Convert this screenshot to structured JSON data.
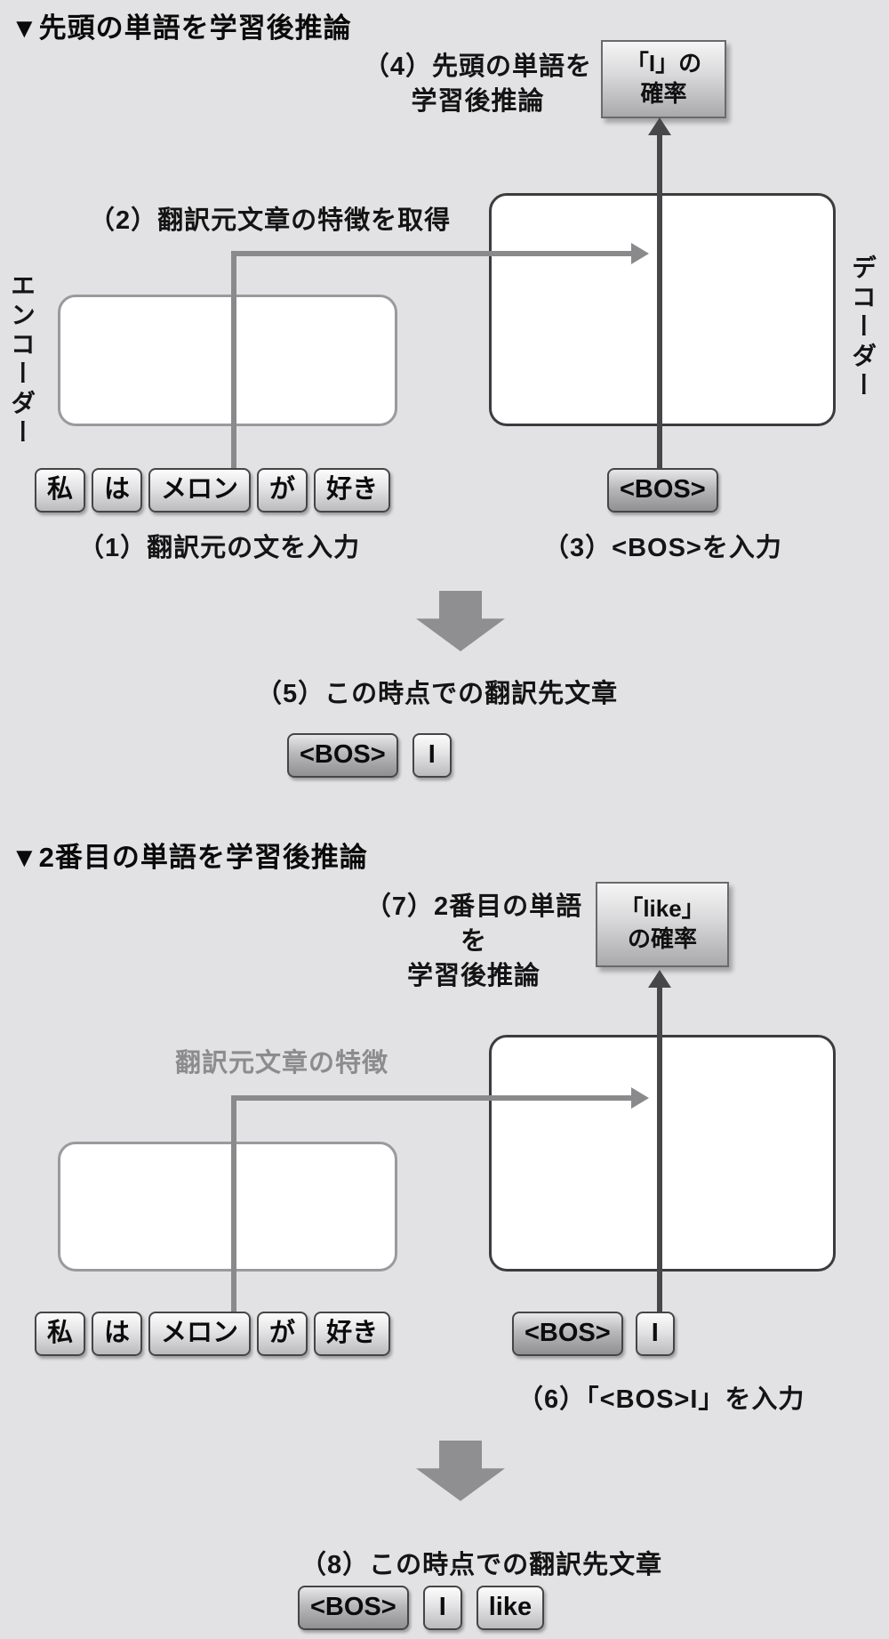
{
  "colors": {
    "background": "#e2e2e4",
    "box_fill": "#ffffff",
    "encoder_border": "#9a9a9c",
    "decoder_border": "#3c3c3e",
    "arrow_gray": "#8a8a8c",
    "arrow_dark": "#474749",
    "token_border": "#454547"
  },
  "p1": {
    "title": "▼先頭の単語を学習後推論",
    "step4_line1": "（4）先頭の単語を",
    "step4_line2": "学習後推論",
    "prob_line1": "「I」の",
    "prob_line2": "確率",
    "step2": "（2）翻訳元文章の特徴を取得",
    "encoder_label": "エンコーダー",
    "decoder_label": "デコーダー",
    "tokens": [
      "私",
      "は",
      "メロン",
      "が",
      "好き"
    ],
    "bos": "<BOS>",
    "step1": "（1）翻訳元の文を入力",
    "step3": "（3）<BOS>を入力",
    "step5": "（5）この時点での翻訳先文章",
    "result": [
      "<BOS>",
      "I"
    ]
  },
  "p2": {
    "title": "▼2番目の単語を学習後推論",
    "step7_line1": "（7）2番目の単語を",
    "step7_line2": "学習後推論",
    "prob_line1": "「like」",
    "prob_line2": "の確率",
    "feature_label": "翻訳元文章の特徴",
    "tokens": [
      "私",
      "は",
      "メロン",
      "が",
      "好き"
    ],
    "input_tokens": [
      "<BOS>",
      "I"
    ],
    "step6": "（6）「<BOS>I」を入力",
    "step8": "（8）この時点での翻訳先文章",
    "result": [
      "<BOS>",
      "I",
      "like"
    ]
  }
}
